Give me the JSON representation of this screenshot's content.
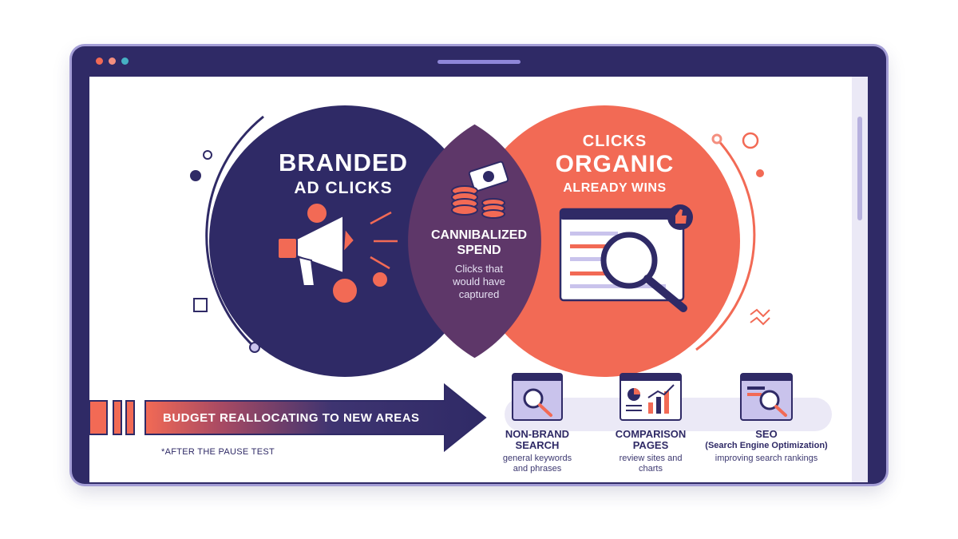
{
  "diagram": {
    "left_circle": {
      "title": "BRANDED",
      "subtitle": "AD CLICKS",
      "color": "#2f2a66"
    },
    "right_circle": {
      "pre": "CLICKS",
      "title": "ORGANIC",
      "subtitle": "ALREADY WINS",
      "color": "#f26a55"
    },
    "overlap": {
      "title_line1": "CANNIBALIZED",
      "title_line2": "SPEND",
      "desc_line1": "Clicks that",
      "desc_line2": "would have",
      "desc_line3": "captured"
    },
    "icons": {
      "megaphone": "megaphone-icon",
      "coins": "dollar-coin-icon",
      "money": "money-stack-icon",
      "magnifier": "search-icon",
      "thumbs_up": "thumbs-up-icon",
      "chart": "bar-chart-icon"
    },
    "banner": {
      "text": "BUDGET REALLOCATING TO NEW AREAS",
      "footnote": "*AFTER THE PAUSE TEST"
    },
    "categories": [
      {
        "title": "NON-BRAND",
        "title2": "SEARCH",
        "desc1": "general keywords",
        "desc2": "and phrases"
      },
      {
        "title": "COMPARISON",
        "title2": "PAGES",
        "desc1": "review sites and",
        "desc2": "charts"
      },
      {
        "title": "SEO",
        "subtitle": "(Search Engine Optimization)",
        "desc1": "improving search rankings"
      }
    ]
  },
  "colors": {
    "navy": "#2f2a66",
    "coral": "#f26a55",
    "overlap": "#5e3769",
    "lavender": "#c9c3ec",
    "window_accent": "#8f87d9"
  }
}
